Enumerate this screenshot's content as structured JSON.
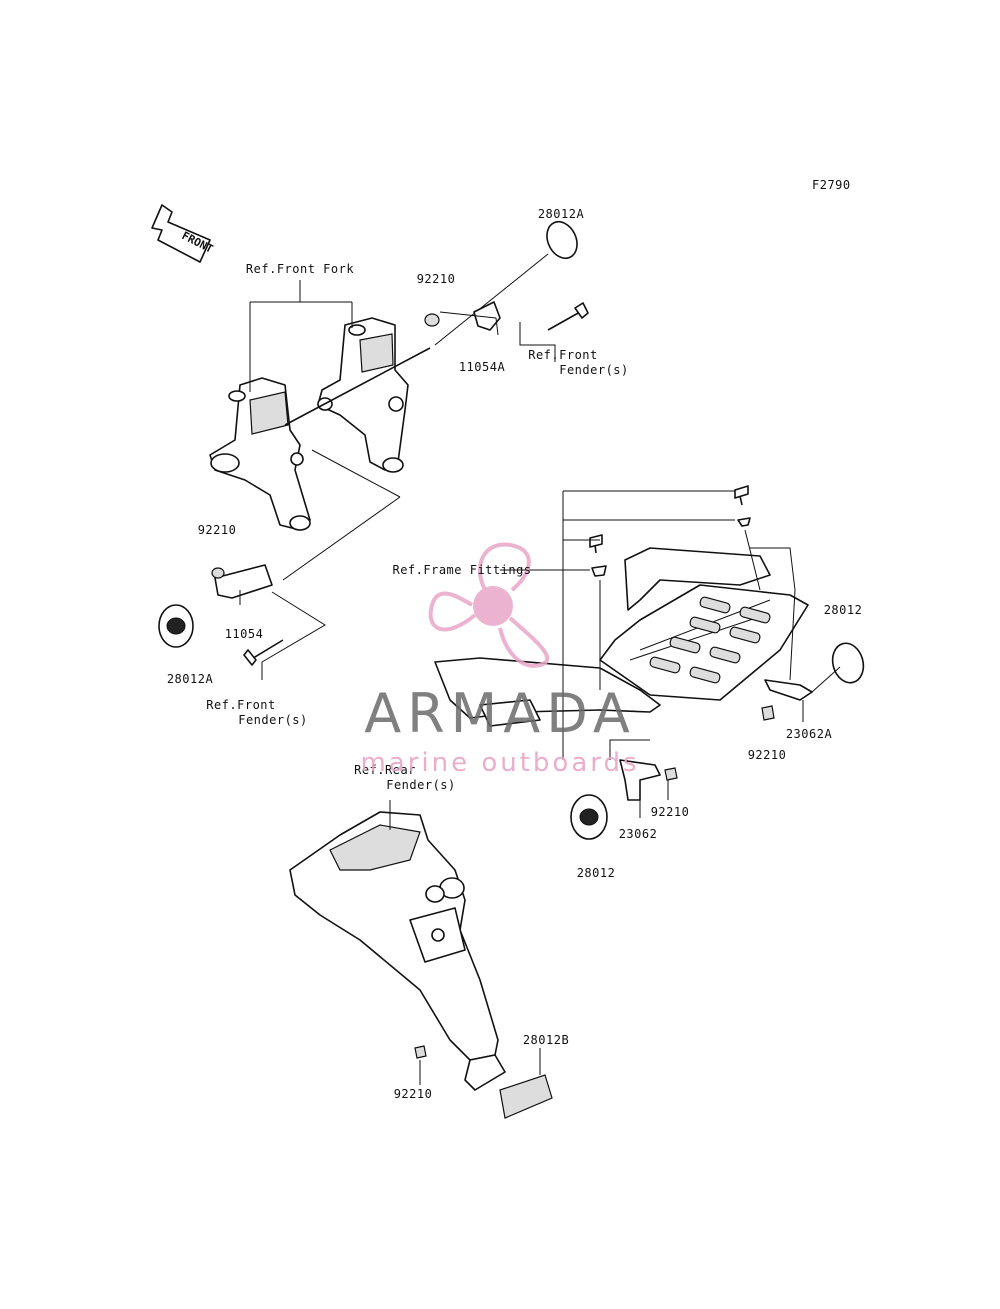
{
  "diagram_code": "F2790",
  "front_arrow_label": "FRONT",
  "labels": {
    "ref_front_fork": "Ref.Front Fork",
    "part_28012A_top": "28012A",
    "part_92210_top": "92210",
    "part_11054A": "11054A",
    "ref_front_fenders_top_1": "Ref.Front",
    "ref_front_fenders_top_2": "Fender(s)",
    "part_92210_left": "92210",
    "part_11054": "11054",
    "part_28012A_left": "28012A",
    "ref_front_fender_left_1": "Ref.Front",
    "ref_front_fender_left_2": "Fender(s)",
    "ref_frame_fittings": "Ref.Frame Fittings",
    "part_28012_right": "28012",
    "part_23062A": "23062A",
    "part_92210_right": "92210",
    "part_92210_mid": "92210",
    "part_23062": "23062",
    "part_28012_mid": "28012",
    "ref_rear_fenders_1": "Ref.Rear",
    "ref_rear_fenders_2": "Fender(s)",
    "part_28012B": "28012B",
    "part_92210_bottom": "92210"
  },
  "watermark": {
    "title": "ARMADA",
    "subtitle": "marine outboards",
    "logo_color": "#e8a6c7"
  }
}
